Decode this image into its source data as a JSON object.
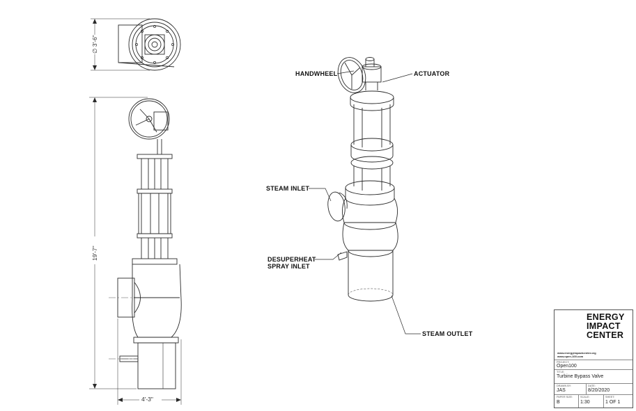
{
  "callouts": {
    "handwheel": "HANDWHEEL",
    "actuator": "ACTUATOR",
    "steam_inlet": "STEAM INLET",
    "desuperheat_line1": "DESUPERHEAT",
    "desuperheat_line2": "SPRAY INLET",
    "steam_outlet": "STEAM OUTLET"
  },
  "dimensions": {
    "diameter": "∅ 3'-6\"",
    "height": "19'-7\"",
    "width": "4'-3\""
  },
  "title_block": {
    "logo_line1": "ENERGY",
    "logo_line2": "IMPACT",
    "logo_line3": "CENTER",
    "url1": "www.energyimpactcenter.org",
    "url2": "www.open-100.com",
    "project_caption": "PROJECT:",
    "project": "Open100",
    "title_caption": "TITLE:",
    "title": "Turbine Bypass Valve",
    "drawn_caption": "DRAWN BY:",
    "drawn_by": "JAS",
    "date_caption": "DATE:",
    "date": "8/20/2020",
    "paper_caption": "PAPER SIZE:",
    "paper_size": "B",
    "scale_caption": "SCALE:",
    "scale": "1:30",
    "sheet_caption": "SHEET:",
    "sheet": "1 OF 1"
  },
  "colors": {
    "line": "#2a2a2a",
    "logo_navy": "#1f2a4a"
  }
}
